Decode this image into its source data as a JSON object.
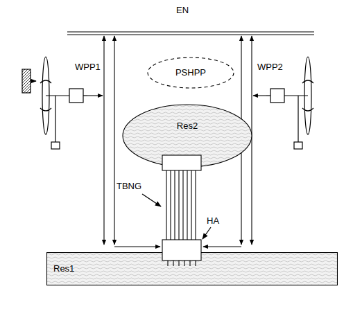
{
  "diagram": {
    "nodes": [
      {
        "text": [
          "PSHPP"
        ]
      },
      {
        "text": [
          "Res2"
        ]
      },
      {
        "text": [
          "Res1"
        ]
      }
    ],
    "labels": [
      "EN",
      "WPP1",
      "WPP2",
      "TBNG",
      "HA"
    ]
  }
}
